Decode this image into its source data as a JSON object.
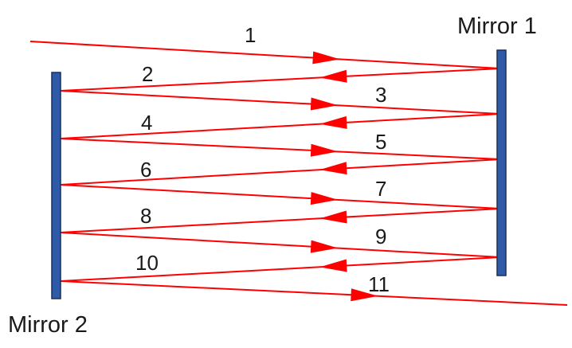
{
  "colors": {
    "beam": "#ff0000",
    "mirror_fill": "#2e5aa8",
    "mirror_stroke": "#1a2f57",
    "text": "#1a1a1a"
  },
  "mirrors": [
    {
      "label": "Mirror 1"
    },
    {
      "label": "Mirror 2"
    }
  ],
  "segments": [
    {
      "label": "1"
    },
    {
      "label": "2"
    },
    {
      "label": "3"
    },
    {
      "label": "4"
    },
    {
      "label": "5"
    },
    {
      "label": "6"
    },
    {
      "label": "7"
    },
    {
      "label": "8"
    },
    {
      "label": "9"
    },
    {
      "label": "10"
    },
    {
      "label": "11"
    }
  ]
}
